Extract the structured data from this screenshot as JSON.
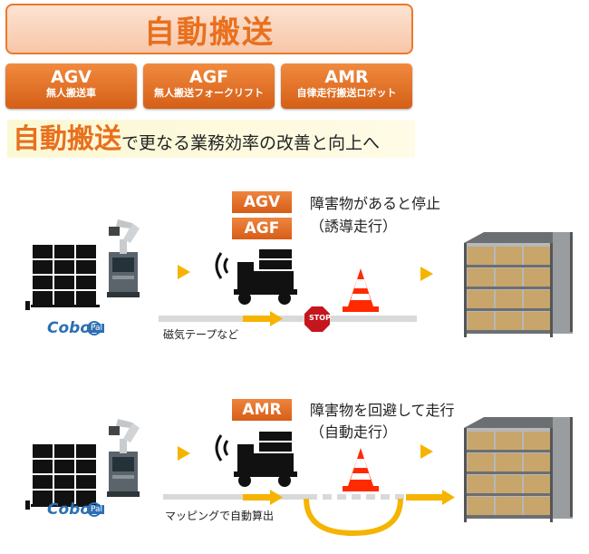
{
  "title": "自動搬送",
  "types": [
    {
      "main": "AGV",
      "sub": "無人搬送車"
    },
    {
      "main": "AGF",
      "sub": "無人搬送フォークリフト"
    },
    {
      "main": "AMR",
      "sub": "自律走行搬送ロボット"
    }
  ],
  "tagline": {
    "emphasis": "自動搬送",
    "rest": "で更なる業務効率の改善と向上へ"
  },
  "row1": {
    "tags": [
      "AGV",
      "AGF"
    ],
    "note_line1": "障害物があると停止",
    "note_line2": "（誘導走行）",
    "path_label": "磁気テープなど",
    "stop_sign": "STOP",
    "logo": "Cobo",
    "logo_badge": "Pal"
  },
  "row2": {
    "tags": [
      "AMR"
    ],
    "note_line1": "障害物を回避して走行",
    "note_line2": "（自動走行）",
    "path_label": "マッピングで自動算出",
    "logo": "Cobo",
    "logo_badge": "Pal"
  },
  "colors": {
    "accent": "#e8701e",
    "arrow": "#f5b400",
    "cone": "#ff2a00",
    "stop": "#c4161c"
  }
}
